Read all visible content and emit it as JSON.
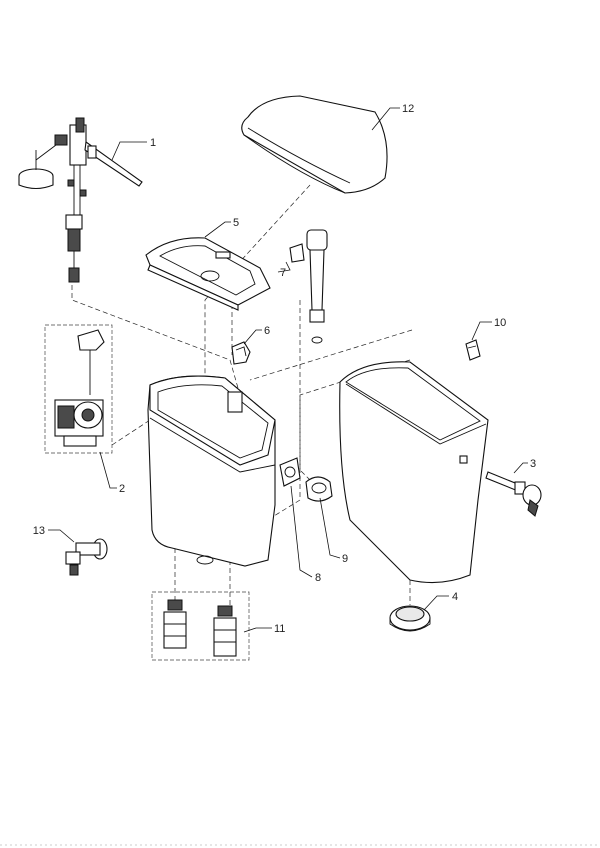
{
  "diagram": {
    "callouts": [
      {
        "id": "fill-valve",
        "label": "1"
      },
      {
        "id": "flush-valve",
        "label": "2"
      },
      {
        "id": "push-button",
        "label": "3"
      },
      {
        "id": "tank-seal",
        "label": "4"
      },
      {
        "id": "inner-lid",
        "label": "5"
      },
      {
        "id": "clip",
        "label": "6"
      },
      {
        "id": "overflow-clip",
        "label": "7"
      },
      {
        "id": "inlet-gasket",
        "label": "8"
      },
      {
        "id": "inlet-plate",
        "label": "9"
      },
      {
        "id": "small-clip",
        "label": "10"
      },
      {
        "id": "mounting-feet",
        "label": "11"
      },
      {
        "id": "stop-valve",
        "label": "12"
      },
      {
        "id": "angle-valve",
        "label": "13"
      }
    ]
  }
}
